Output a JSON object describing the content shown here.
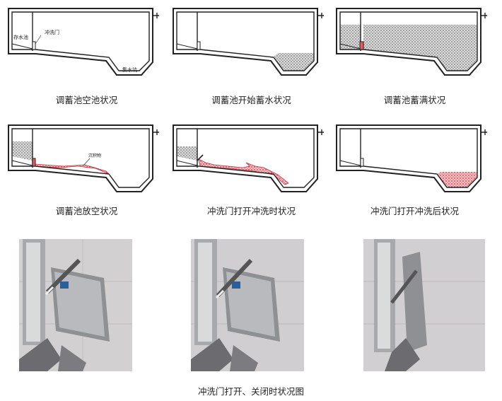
{
  "diagrams": [
    {
      "caption": "调蓄池空池状况",
      "labels": {
        "storage": "存水池",
        "gate": "冲洗门",
        "sump": "集水坑"
      }
    },
    {
      "caption": "调蓄池开始蓄水状况"
    },
    {
      "caption": "调蓄池蓄满状况"
    },
    {
      "caption": "调蓄池放空状况",
      "labels": {
        "sediment": "沉积物"
      }
    },
    {
      "caption": "冲洗门打开冲洗时状况"
    },
    {
      "caption": "冲洗门打开冲洗后状况"
    }
  ],
  "photos_caption": "冲洗门打开、关闭时状况图",
  "colors": {
    "outline": "#222222",
    "water_fill": "#b8b8b8",
    "sediment": "#e0606a",
    "photo_wall": "#cfcdd0"
  }
}
